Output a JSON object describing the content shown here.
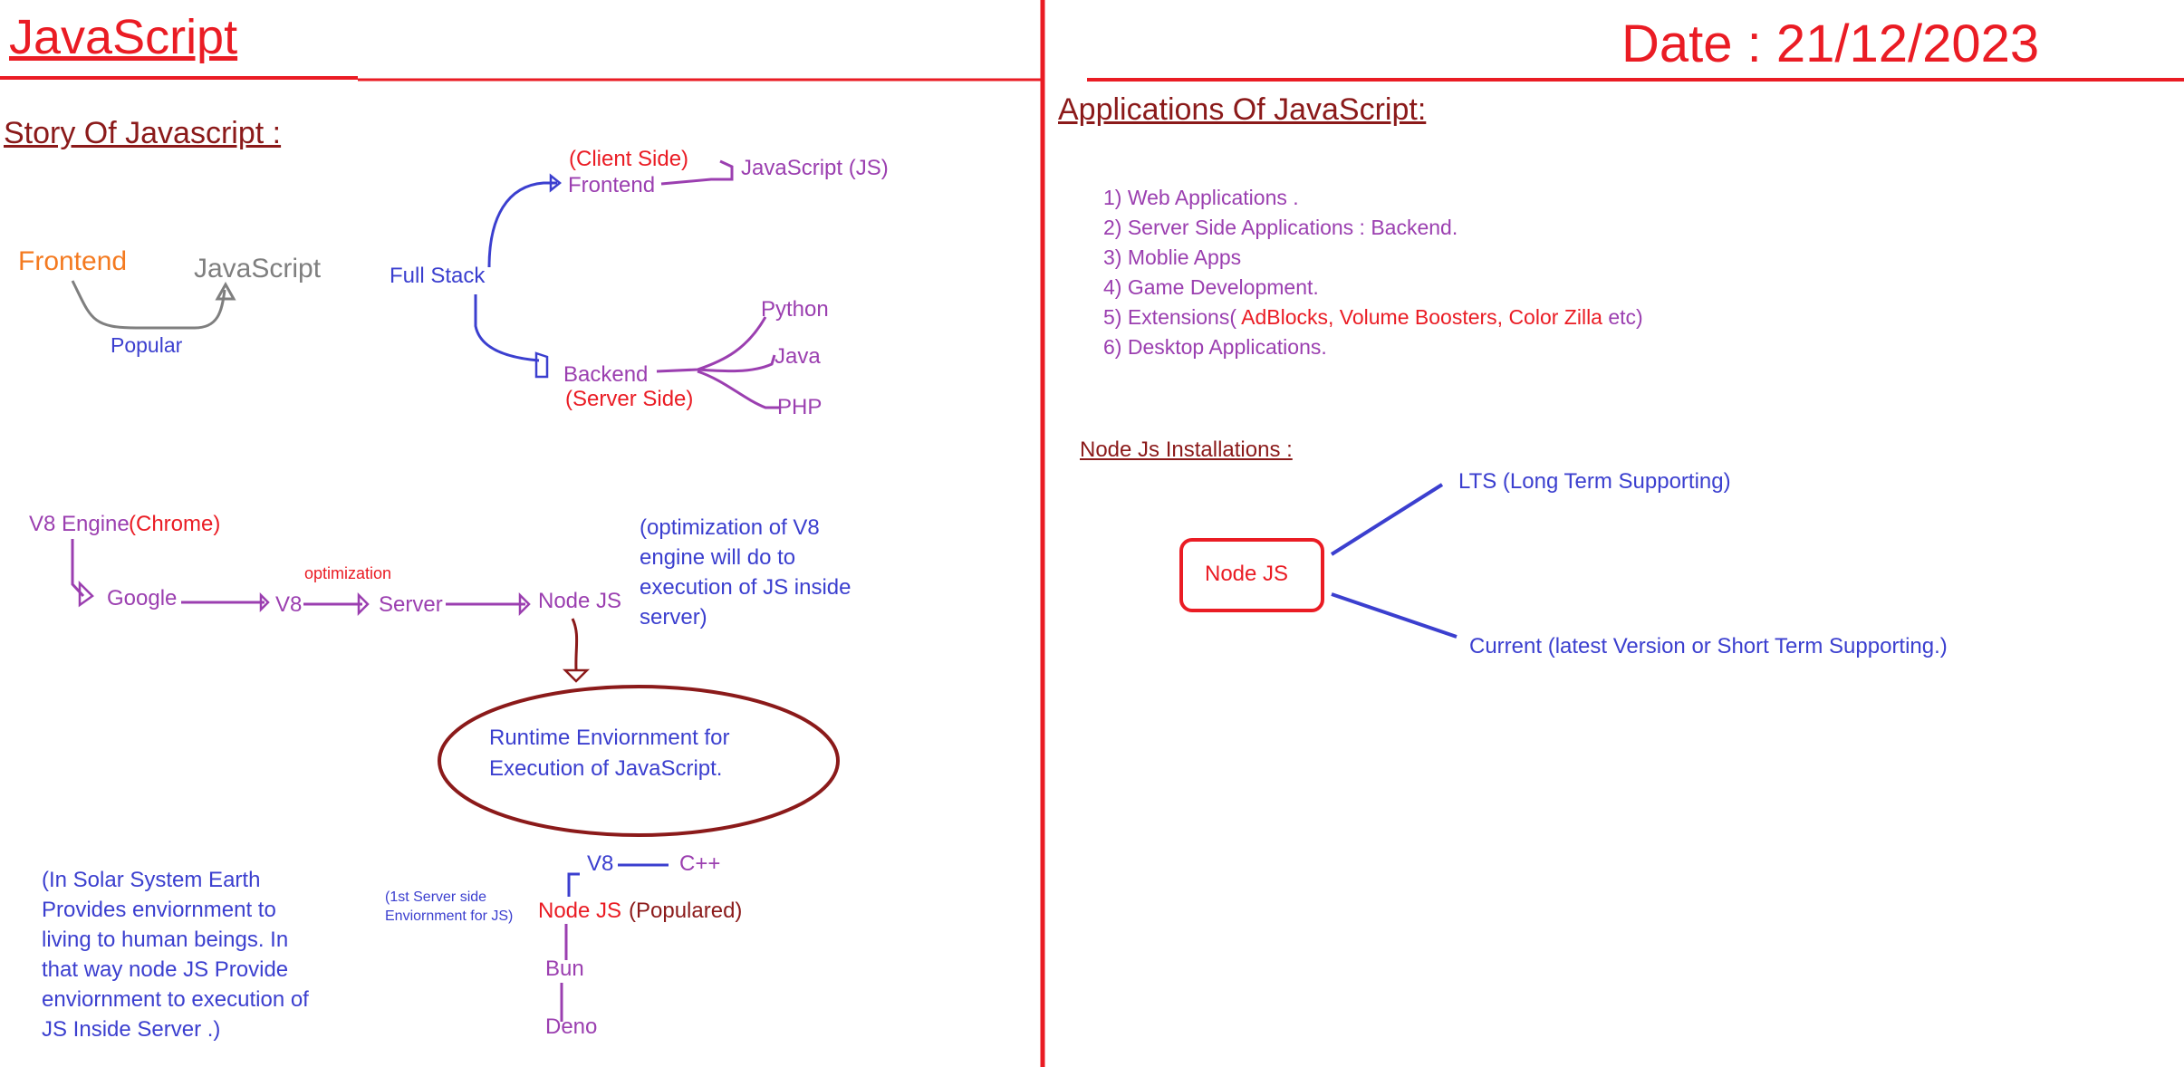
{
  "header": {
    "title": "JavaScript",
    "date": "Date : 21/12/2023"
  },
  "story": {
    "heading": "Story Of Javascript :",
    "frontend": "Frontend",
    "javascript": "JavaScript",
    "popular": "Popular",
    "full_stack": "Full Stack",
    "client_side": "(Client Side)",
    "frontend_branch": "Frontend",
    "javascript_js": "JavaScript (JS)",
    "backend": "Backend",
    "server_side": "(Server Side)",
    "python": "Python",
    "java": "Java",
    "php": "PHP"
  },
  "engine": {
    "v8_engine": "V8 Engine",
    "chrome": "(Chrome)",
    "google": "Google",
    "optimization": "optimization",
    "v8": "V8",
    "server": "Server",
    "node_js": "Node JS",
    "note_line1": "(optimization of V8",
    "note_line2": "engine will do to",
    "note_line3": "execution of JS inside",
    "note_line4": "server)",
    "runtime_line1": "Runtime Enviornment for",
    "runtime_line2": "Execution of JavaScript."
  },
  "runtimes": {
    "v8": "V8",
    "cpp": "C++",
    "first_server_line1": "(1st Server side",
    "first_server_line2": "Enviornment for JS)",
    "node_js": "Node JS",
    "populared": "(Populared)",
    "bun": "Bun",
    "deno": "Deno"
  },
  "solar_note": {
    "line1": "(In Solar System Earth",
    "line2": "Provides  enviornment to",
    "line3": "living to human beings. In",
    "line4": "that way node JS Provide",
    "line5": "enviornment to execution of",
    "line6": "JS Inside Server .)"
  },
  "applications": {
    "heading": "Applications Of JavaScript:",
    "item1": "1) Web Applications .",
    "item2": "2) Server Side Applications : Backend.",
    "item3": "3) Moblie Apps",
    "item4": "4) Game Development.",
    "item5_prefix": "5) Extensions( ",
    "item5_red": "AdBlocks, Volume Boosters, Color Zilla",
    "item5_suffix": " etc)",
    "item6": "6) Desktop Applications."
  },
  "node_install": {
    "heading": "Node Js Installations :",
    "node_js": "Node JS",
    "lts": "LTS (Long Term Supporting)",
    "current": "Current (latest Version or Short Term Supporting.)"
  },
  "colors": {
    "red": "#ea1c24",
    "dark_red": "#8b1a1a",
    "purple": "#9b3fb0",
    "blue": "#3b3fcf",
    "orange": "#f47a20",
    "grey": "#7f7f7f"
  }
}
